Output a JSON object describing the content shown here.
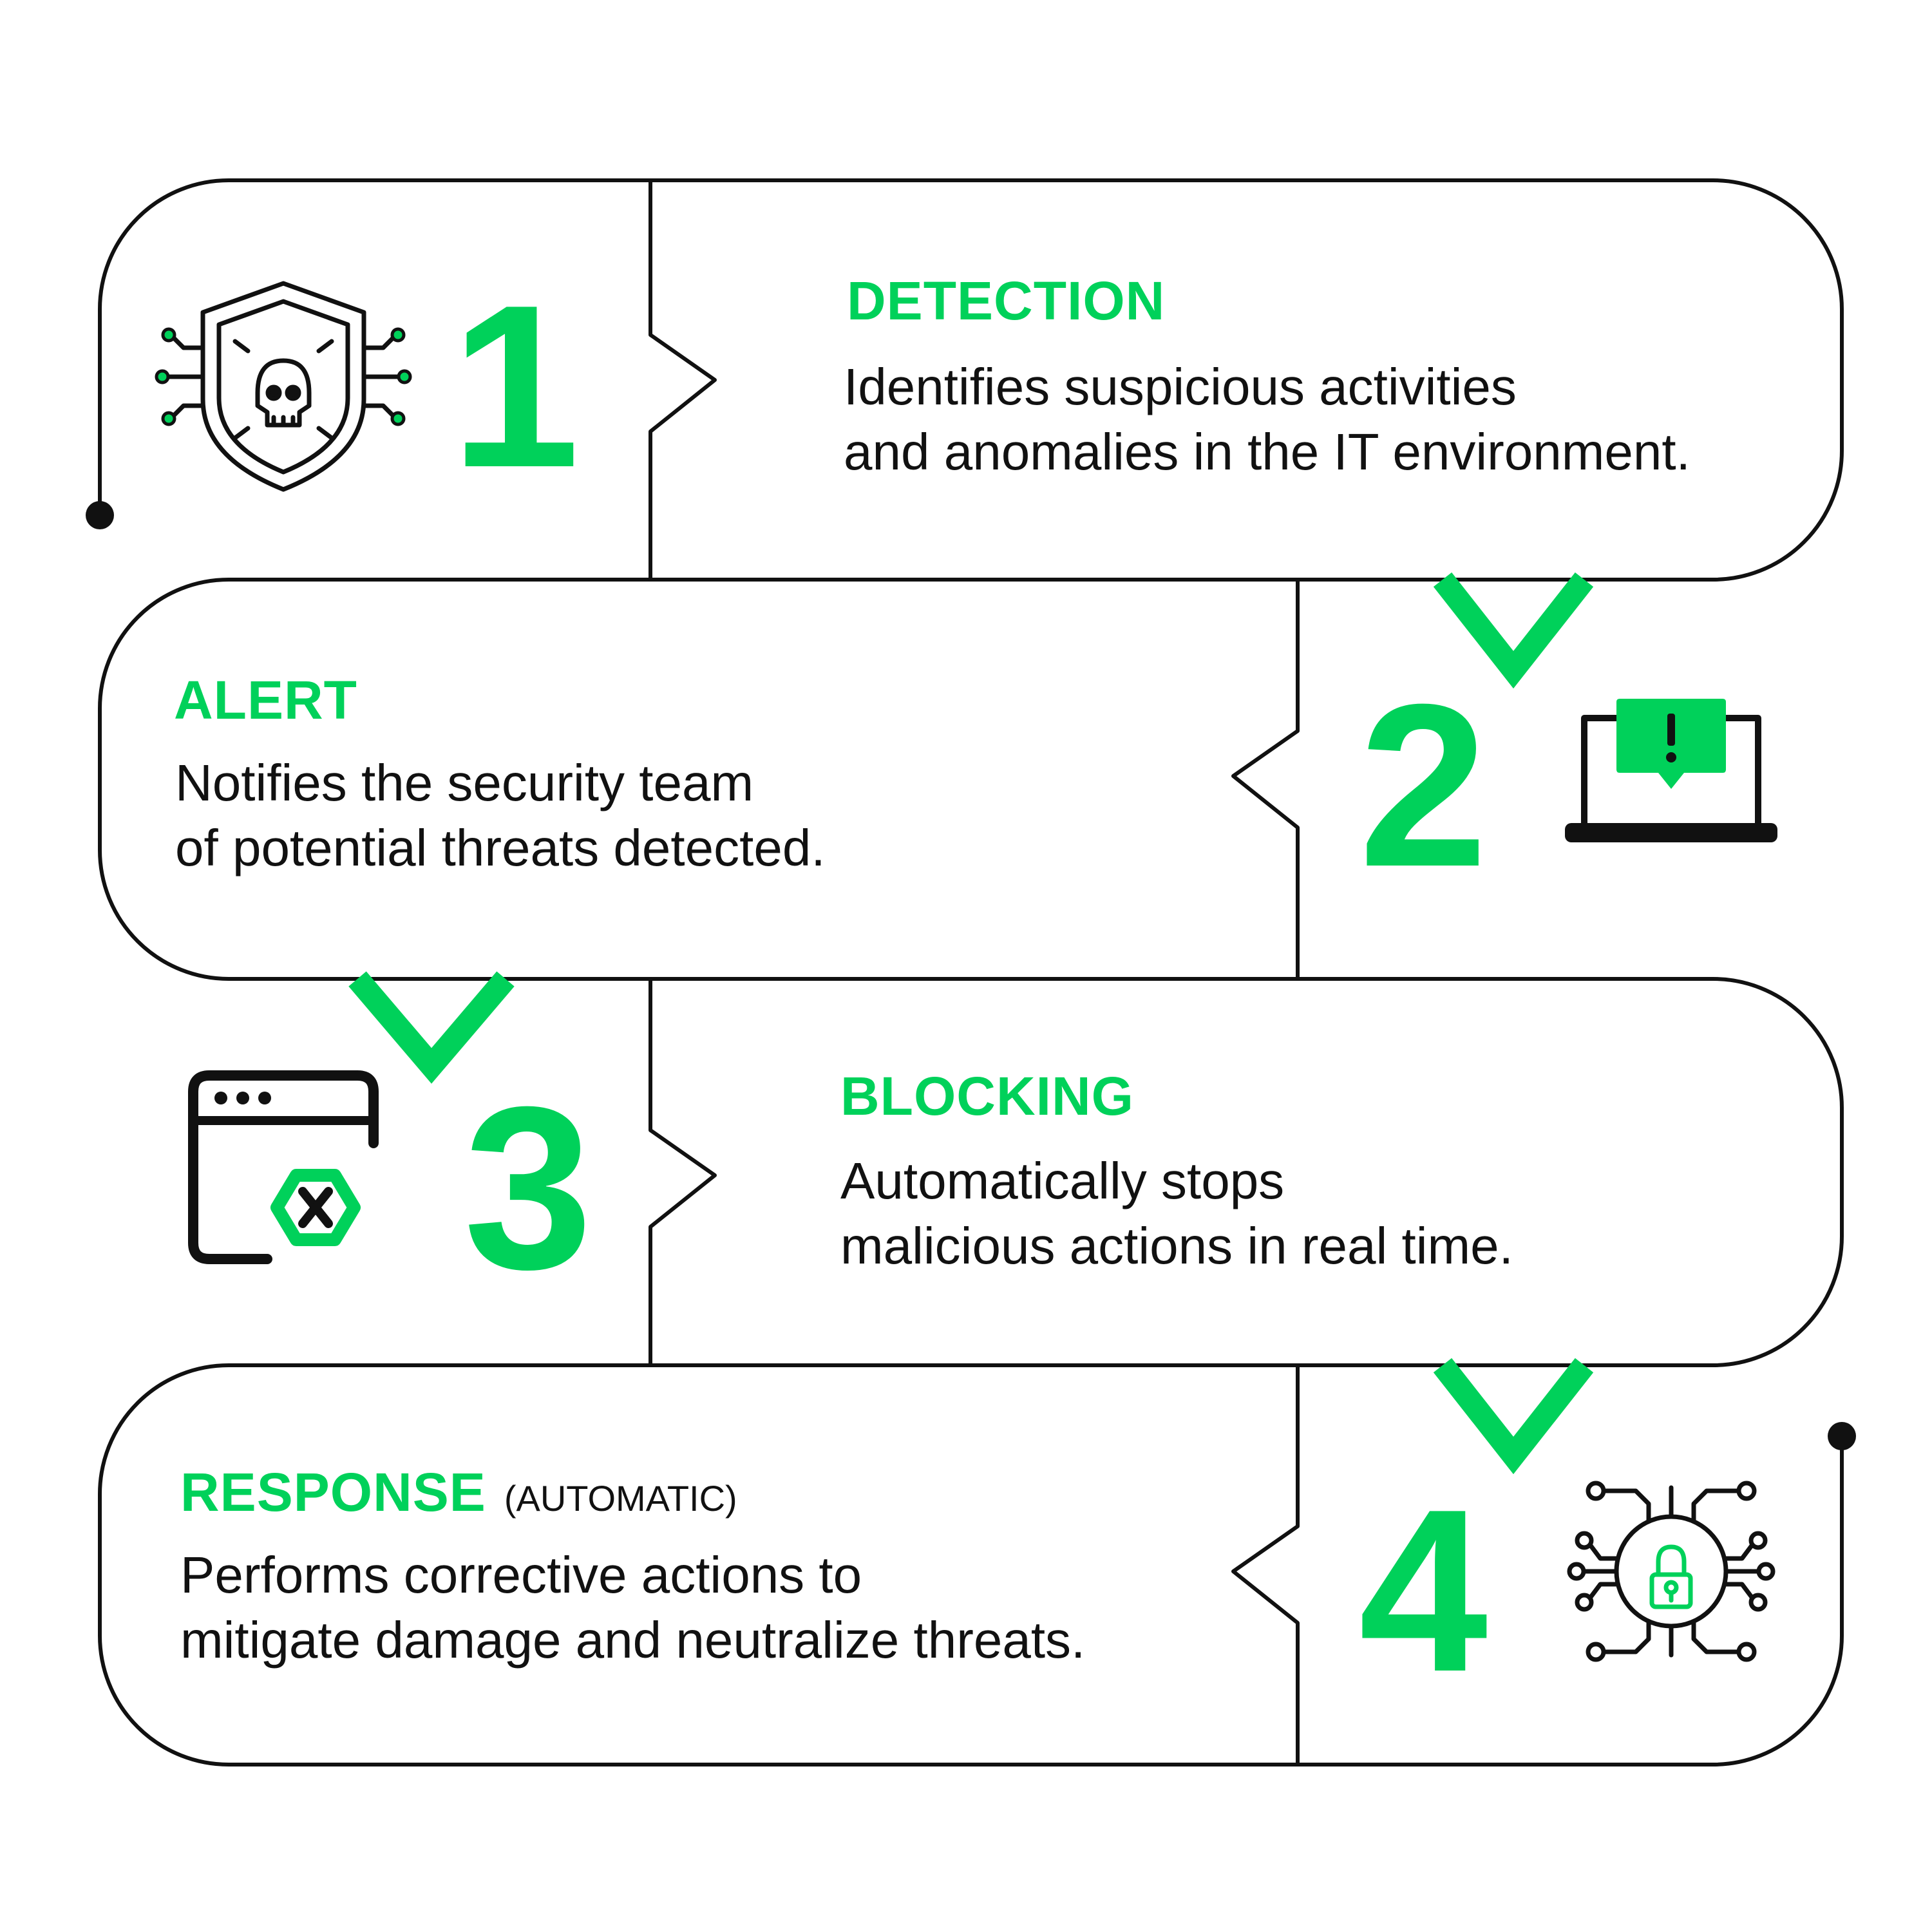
{
  "colors": {
    "accent": "#00d15a",
    "ink": "#111111",
    "background": "#ffffff"
  },
  "steps": [
    {
      "number": "1",
      "title": "DETECTION",
      "qualifier": "",
      "lines": [
        "Identifies suspicious activities",
        "and anomalies in the IT environment."
      ],
      "icon": "shield-skull-icon"
    },
    {
      "number": "2",
      "title": "ALERT",
      "qualifier": "",
      "lines": [
        "Notifies the security team",
        "of potential threats detected."
      ],
      "icon": "laptop-alert-icon"
    },
    {
      "number": "3",
      "title": "BLOCKING",
      "qualifier": "",
      "lines": [
        "Automatically stops",
        "malicious actions in real time."
      ],
      "icon": "browser-blocked-icon"
    },
    {
      "number": "4",
      "title": "RESPONSE",
      "qualifier": "(AUTOMATIC)",
      "lines": [
        "Performs corrective actions to",
        "mitigate damage and neutralize threats."
      ],
      "icon": "circuit-lock-icon"
    }
  ]
}
